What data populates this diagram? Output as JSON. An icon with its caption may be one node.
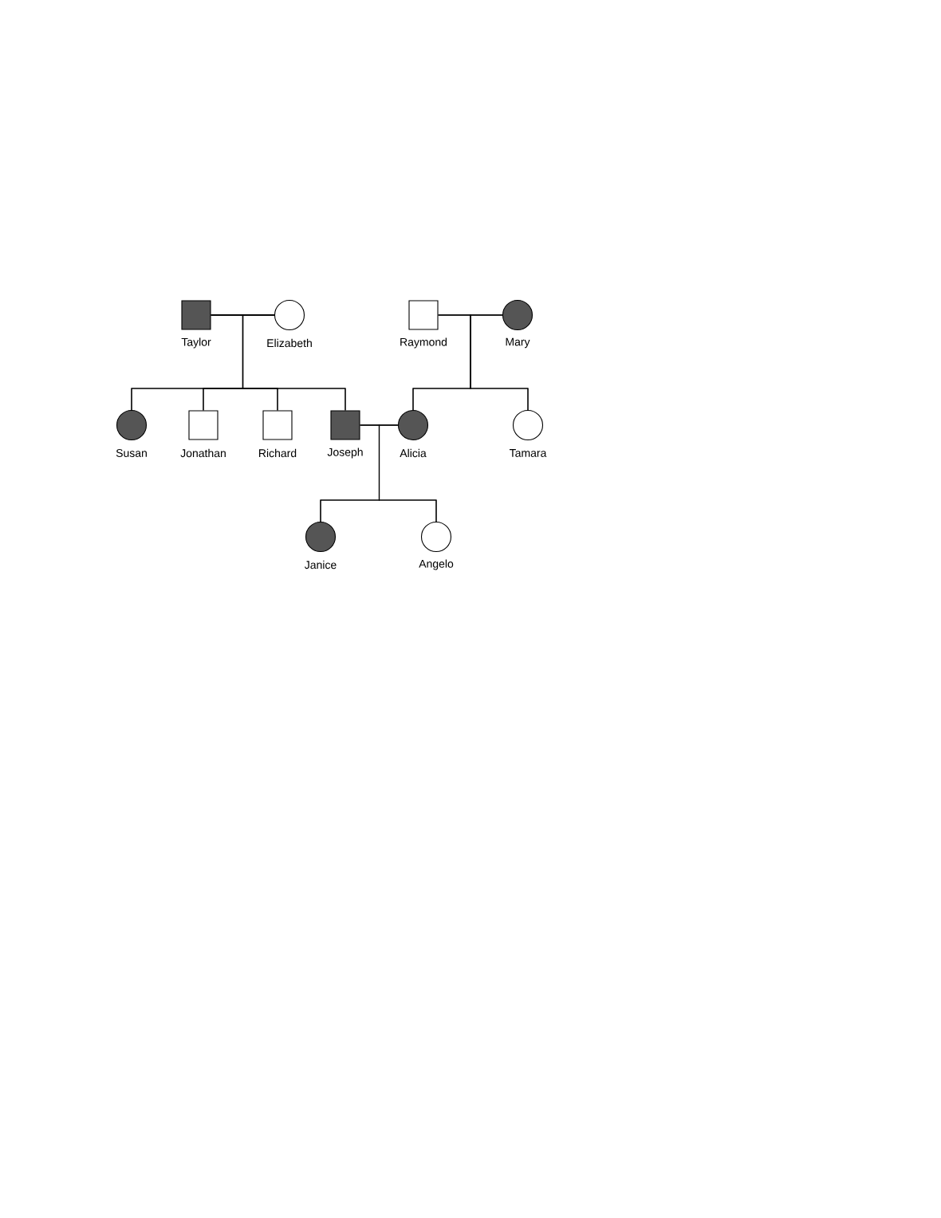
{
  "diagram": {
    "nodes": [
      {
        "text": [],
        "shape": "filled-square",
        "beside": [
          "Taylor"
        ]
      },
      {
        "text": [],
        "shape": "circle",
        "beside": [
          "Elizabeth"
        ]
      },
      {
        "text": [],
        "shape": "square",
        "beside": [
          "Raymond"
        ]
      },
      {
        "text": [],
        "shape": "filled-circle",
        "beside": [
          "Mary"
        ]
      },
      {
        "text": [],
        "shape": "filled-circle",
        "beside": [
          "Susan"
        ]
      },
      {
        "text": [],
        "shape": "square",
        "beside": [
          "Jonathan"
        ]
      },
      {
        "text": [],
        "shape": "square",
        "beside": [
          "Richard"
        ]
      },
      {
        "text": [],
        "shape": "filled-square",
        "beside": [
          "Joseph"
        ]
      },
      {
        "text": [],
        "shape": "filled-circle",
        "beside": [
          "Alicia"
        ]
      },
      {
        "text": [],
        "shape": "circle",
        "beside": [
          "Tamara"
        ]
      },
      {
        "text": [],
        "shape": "filled-circle",
        "beside": [
          "Janice"
        ]
      },
      {
        "text": [],
        "shape": "circle",
        "beside": [
          "Angelo"
        ]
      }
    ],
    "edges": [
      {
        "from": 0,
        "to": 1,
        "arrow": "none"
      },
      {
        "from": 2,
        "to": 3,
        "arrow": "none"
      },
      {
        "from": 7,
        "to": 8,
        "arrow": "none"
      },
      {
        "from": 0,
        "to": 4,
        "arrow": "none"
      },
      {
        "from": 1,
        "to": 4,
        "arrow": "none"
      },
      {
        "from": 0,
        "to": 5,
        "arrow": "none"
      },
      {
        "from": 1,
        "to": 5,
        "arrow": "none"
      },
      {
        "from": 0,
        "to": 6,
        "arrow": "none"
      },
      {
        "from": 1,
        "to": 6,
        "arrow": "none"
      },
      {
        "from": 0,
        "to": 7,
        "arrow": "none"
      },
      {
        "from": 1,
        "to": 7,
        "arrow": "none"
      },
      {
        "from": 2,
        "to": 8,
        "arrow": "none"
      },
      {
        "from": 3,
        "to": 8,
        "arrow": "none"
      },
      {
        "from": 2,
        "to": 9,
        "arrow": "none"
      },
      {
        "from": 3,
        "to": 9,
        "arrow": "none"
      },
      {
        "from": 7,
        "to": 10,
        "arrow": "none"
      },
      {
        "from": 8,
        "to": 10,
        "arrow": "none"
      },
      {
        "from": 7,
        "to": 11,
        "arrow": "none"
      },
      {
        "from": 8,
        "to": 11,
        "arrow": "none"
      }
    ]
  }
}
